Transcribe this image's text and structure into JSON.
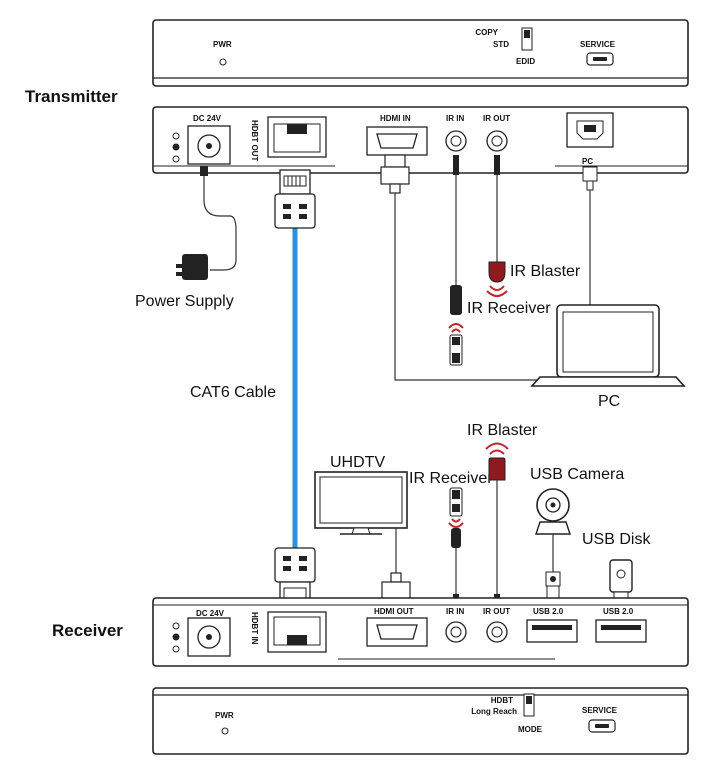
{
  "labels": {
    "transmitter": "Transmitter",
    "receiver": "Receiver",
    "power_supply": "Power Supply",
    "cat6_cable": "CAT6 Cable",
    "pc": "PC",
    "uhdtv": "UHDTV",
    "usb_camera": "USB Camera",
    "usb_disk": "USB Disk",
    "ir_blaster": "IR Blaster",
    "ir_receiver": "IR Receiver"
  },
  "tx_front": {
    "pwr": "PWR",
    "copy": "COPY",
    "std": "STD",
    "edid": "EDID",
    "service": "SERVICE"
  },
  "tx_rear": {
    "dc24v": "DC 24V",
    "hdbt_out": "HDBT OUT",
    "hdmi_in": "HDMI IN",
    "ir_in": "IR IN",
    "ir_out": "IR OUT",
    "pc": "PC"
  },
  "rx_rear": {
    "dc24v": "DC 24V",
    "hdbt_in": "HDBT IN",
    "hdmi_out": "HDMI OUT",
    "ir_in": "IR IN",
    "ir_out": "IR OUT",
    "usb1": "USB 2.0",
    "usb2": "USB 2.0"
  },
  "rx_front": {
    "pwr": "PWR",
    "hdbt": "HDBT",
    "long_reach": "Long Reach",
    "mode": "MODE",
    "service": "SERVICE"
  },
  "colors": {
    "cable_blue": "#2f8fd8",
    "ir_red": "#c0262a"
  }
}
